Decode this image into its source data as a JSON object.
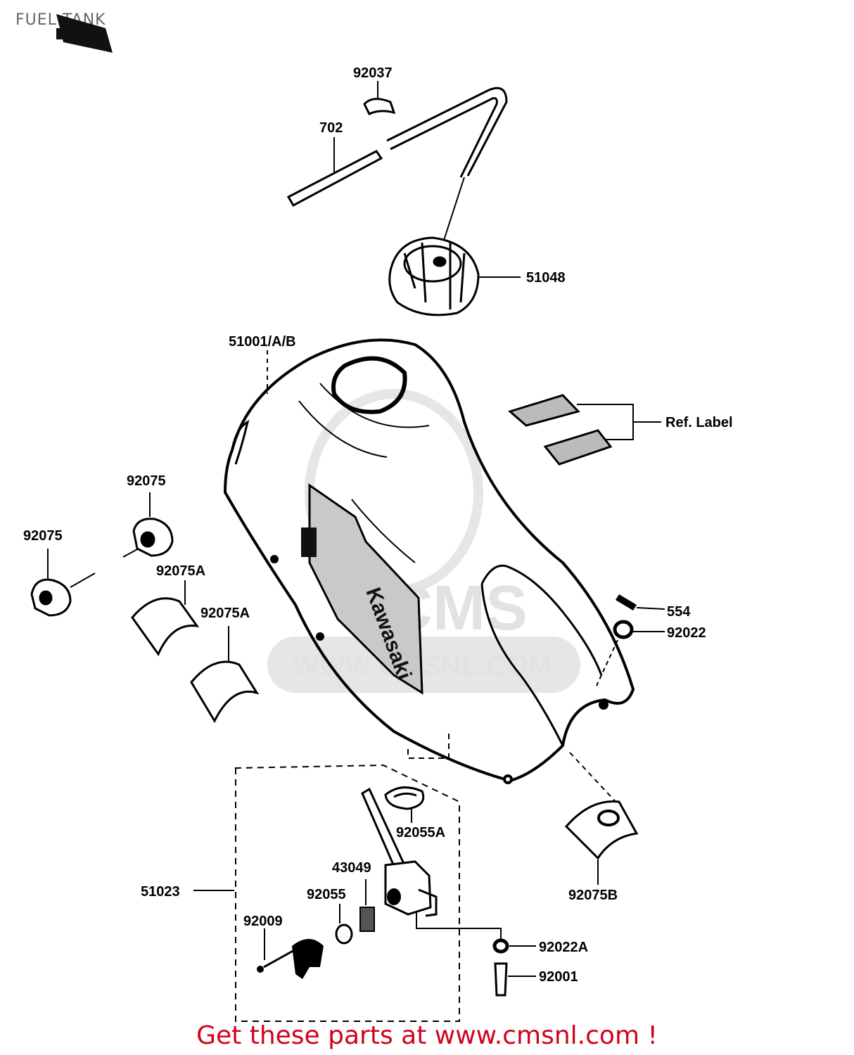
{
  "page": {
    "title": "FUEL TANK"
  },
  "footer": {
    "promo": "Get these parts at www.cmsnl.com !"
  },
  "watermark": {
    "brand": "CMS",
    "url": "WWW.CMSNL.COM"
  },
  "tank_decal": "Kawasaki",
  "labels": {
    "p92037": "92037",
    "p702": "702",
    "p51048": "51048",
    "p51001": "51001/A/B",
    "ref_label": "Ref. Label",
    "p92075_top": "92075",
    "p92075_left": "92075",
    "p92075A_1": "92075A",
    "p92075A_2": "92075A",
    "p554": "554",
    "p92022": "92022",
    "p92075B": "92075B",
    "p92055A": "92055A",
    "p43049": "43049",
    "p51023": "51023",
    "p92055": "92055",
    "p92009": "92009",
    "p92022A": "92022A",
    "p92001": "92001"
  }
}
